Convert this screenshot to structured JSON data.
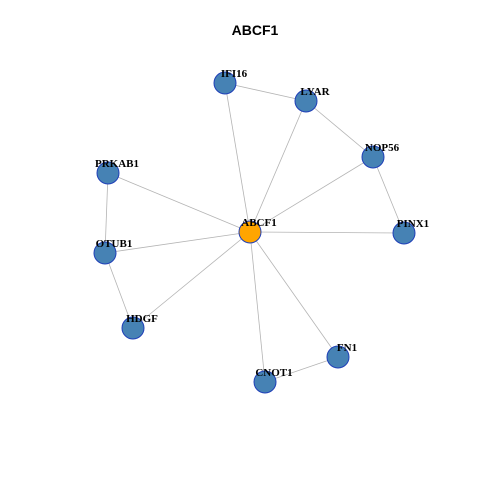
{
  "title": "ABCF1",
  "colors": {
    "hub_fill": "#FFA500",
    "node_fill": "#4682B4",
    "node_stroke": "#1F3FB8",
    "edge": "#B4B4B4"
  },
  "nodes": [
    {
      "id": "ABCF1",
      "label": "ABCF1",
      "hub": true
    },
    {
      "id": "IFI16",
      "label": "IFI16"
    },
    {
      "id": "LYAR",
      "label": "LYAR"
    },
    {
      "id": "NOP56",
      "label": "NOP56"
    },
    {
      "id": "PRKAB1",
      "label": "PRKAB1"
    },
    {
      "id": "PINX1",
      "label": "PINX1"
    },
    {
      "id": "OTUB1",
      "label": "OTUB1"
    },
    {
      "id": "HDGF",
      "label": "HDGF"
    },
    {
      "id": "FN1",
      "label": "FN1"
    },
    {
      "id": "CNOT1",
      "label": "CNOT1"
    }
  ],
  "edges": [
    [
      "ABCF1",
      "IFI16"
    ],
    [
      "ABCF1",
      "LYAR"
    ],
    [
      "ABCF1",
      "NOP56"
    ],
    [
      "ABCF1",
      "PRKAB1"
    ],
    [
      "ABCF1",
      "PINX1"
    ],
    [
      "ABCF1",
      "OTUB1"
    ],
    [
      "ABCF1",
      "HDGF"
    ],
    [
      "ABCF1",
      "FN1"
    ],
    [
      "ABCF1",
      "CNOT1"
    ],
    [
      "IFI16",
      "LYAR"
    ],
    [
      "LYAR",
      "NOP56"
    ],
    [
      "NOP56",
      "PINX1"
    ],
    [
      "PRKAB1",
      "OTUB1"
    ],
    [
      "OTUB1",
      "HDGF"
    ],
    [
      "FN1",
      "CNOT1"
    ]
  ]
}
